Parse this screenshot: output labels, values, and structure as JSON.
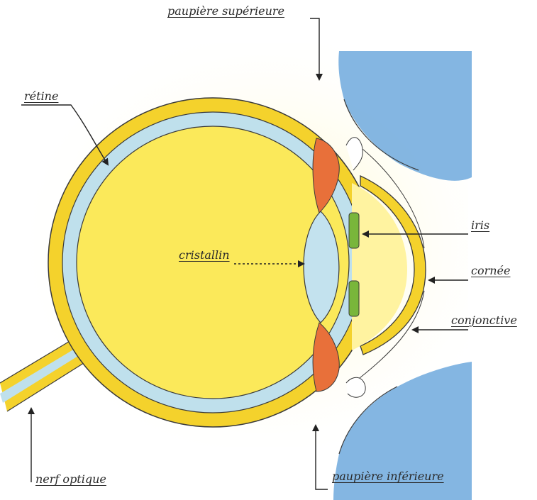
{
  "labels": {
    "paupiere_superieure": "paupière supérieure",
    "retine": "rétine",
    "iris": "iris",
    "cristallin": "cristallin",
    "cornee": "cornée",
    "conjonctive": "conjonctive",
    "nerf_optique": "nerf optique",
    "paupiere_inferieure": "paupière inférieure"
  },
  "colors": {
    "vitreous": "#fbe95a",
    "sclera": "#f4d22c",
    "retina": "#bfe0ec",
    "lens": "#c3e2ee",
    "ciliary": "#e8703a",
    "iris": "#79b63b",
    "skin": "#6ea9dd",
    "outline": "#3a3a3a",
    "background_glow": "#fff4b0"
  }
}
